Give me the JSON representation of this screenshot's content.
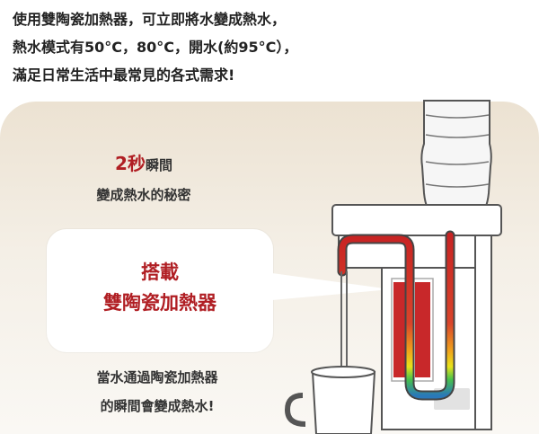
{
  "intro": {
    "line1": "使用雙陶瓷加熱器，可立即將水變成熱水，",
    "line2": "熱水模式有50°C，80°C，開水(約95°C），",
    "line3": "滿足日常生活中最常見的各式需求!"
  },
  "secret": {
    "accent": "2秒",
    "rest": "瞬間",
    "line2": "變成熱水的秘密"
  },
  "callout": {
    "line1": "搭載",
    "line2": "雙陶瓷加熱器"
  },
  "bottom": {
    "line1": "當水通過陶瓷加熱器",
    "line2": "的瞬間會變成熱水!"
  },
  "colors": {
    "accent": "#b01e23",
    "heater": "#c8282a",
    "pipe_hot": "#c82323",
    "pipe_cold": "#2a78b8"
  }
}
